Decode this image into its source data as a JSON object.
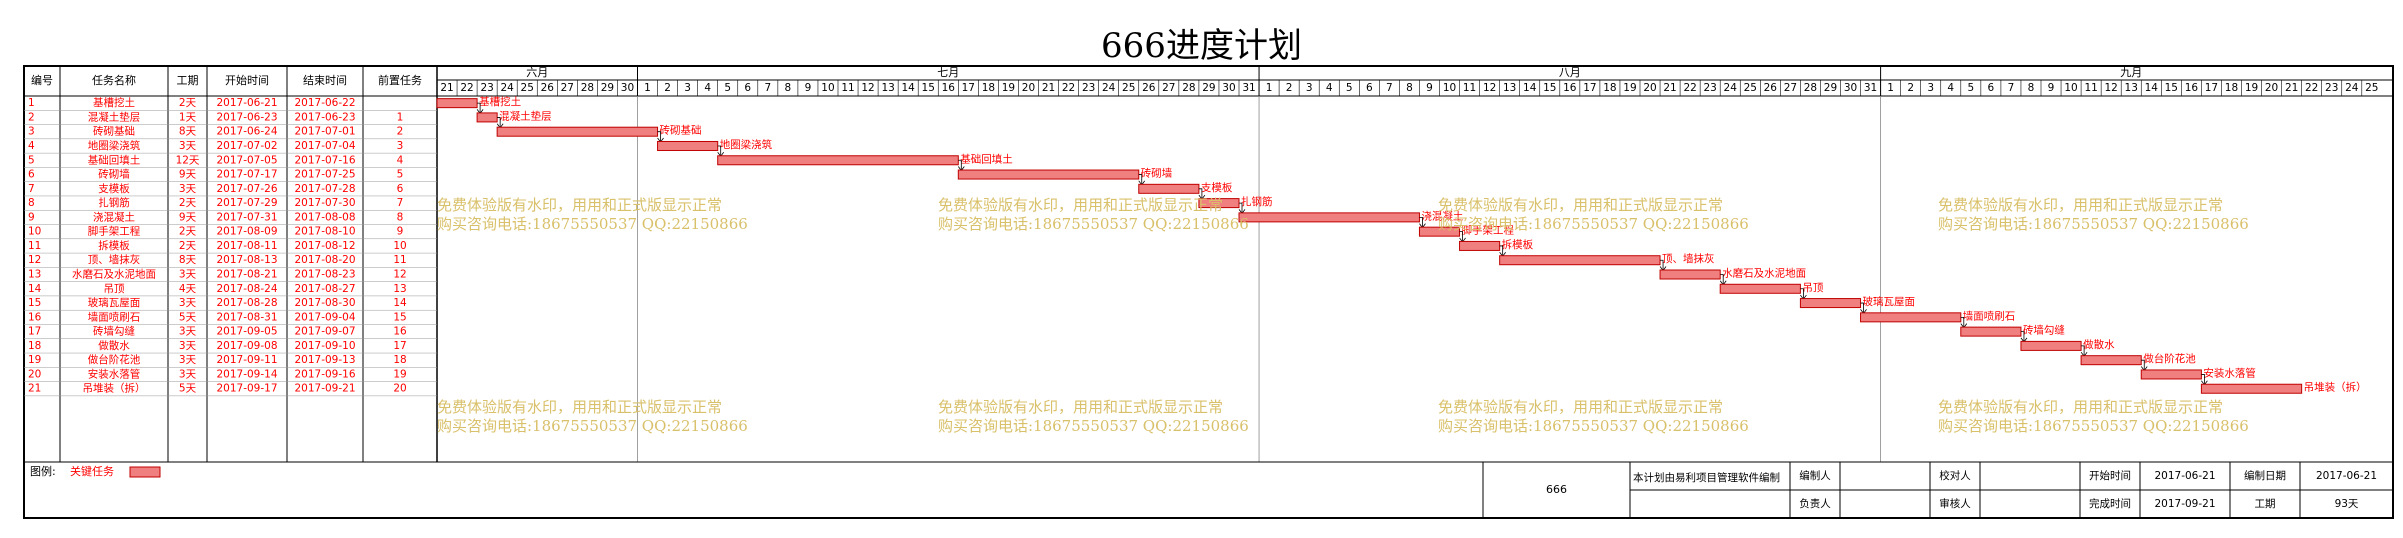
{
  "title": "666进度计划",
  "table_headers": [
    "编号",
    "任务名称",
    "工期",
    "开始时间",
    "结束时间",
    "前置任务"
  ],
  "months": [
    "六月",
    "七月",
    "八月",
    "九月"
  ],
  "month_days": [
    [
      21,
      22,
      23,
      24,
      25,
      26,
      27,
      28,
      29,
      30
    ],
    [
      1,
      2,
      3,
      4,
      5,
      6,
      7,
      8,
      9,
      10,
      11,
      12,
      13,
      14,
      15,
      16,
      17,
      18,
      19,
      20,
      21,
      22,
      23,
      24,
      25,
      26,
      27,
      28,
      29,
      30,
      31
    ],
    [
      1,
      2,
      3,
      4,
      5,
      6,
      7,
      8,
      9,
      10,
      11,
      12,
      13,
      14,
      15,
      16,
      17,
      18,
      19,
      20,
      21,
      22,
      23,
      24,
      25,
      26,
      27,
      28,
      29,
      30,
      31
    ],
    [
      1,
      2,
      3,
      4,
      5,
      6,
      7,
      8,
      9,
      10,
      11,
      12,
      13,
      14,
      15,
      16,
      17,
      18,
      19,
      20,
      21,
      22,
      23,
      24,
      25
    ]
  ],
  "tasks": [
    {
      "id": "1",
      "name": "基槽挖土",
      "duration": "2天",
      "start": "2017-06-21",
      "end": "2017-06-22",
      "pred": "",
      "s": 0,
      "d": 2
    },
    {
      "id": "2",
      "name": "混凝土垫层",
      "duration": "1天",
      "start": "2017-06-23",
      "end": "2017-06-23",
      "pred": "1",
      "s": 2,
      "d": 1
    },
    {
      "id": "3",
      "name": "砖砌基础",
      "duration": "8天",
      "start": "2017-06-24",
      "end": "2017-07-01",
      "pred": "2",
      "s": 3,
      "d": 8
    },
    {
      "id": "4",
      "name": "地圈梁浇筑",
      "duration": "3天",
      "start": "2017-07-02",
      "end": "2017-07-04",
      "pred": "3",
      "s": 11,
      "d": 3
    },
    {
      "id": "5",
      "name": "基础回填土",
      "duration": "12天",
      "start": "2017-07-05",
      "end": "2017-07-16",
      "pred": "4",
      "s": 14,
      "d": 12
    },
    {
      "id": "6",
      "name": "砖砌墙",
      "duration": "9天",
      "start": "2017-07-17",
      "end": "2017-07-25",
      "pred": "5",
      "s": 26,
      "d": 9
    },
    {
      "id": "7",
      "name": "支模板",
      "duration": "3天",
      "start": "2017-07-26",
      "end": "2017-07-28",
      "pred": "6",
      "s": 35,
      "d": 3
    },
    {
      "id": "8",
      "name": "扎钢筋",
      "duration": "2天",
      "start": "2017-07-29",
      "end": "2017-07-30",
      "pred": "7",
      "s": 38,
      "d": 2
    },
    {
      "id": "9",
      "name": "浇混凝土",
      "duration": "9天",
      "start": "2017-07-31",
      "end": "2017-08-08",
      "pred": "8",
      "s": 40,
      "d": 9
    },
    {
      "id": "10",
      "name": "脚手架工程",
      "duration": "2天",
      "start": "2017-08-09",
      "end": "2017-08-10",
      "pred": "9",
      "s": 49,
      "d": 2
    },
    {
      "id": "11",
      "name": "拆模板",
      "duration": "2天",
      "start": "2017-08-11",
      "end": "2017-08-12",
      "pred": "10",
      "s": 51,
      "d": 2
    },
    {
      "id": "12",
      "name": "顶、墙抹灰",
      "duration": "8天",
      "start": "2017-08-13",
      "end": "2017-08-20",
      "pred": "11",
      "s": 53,
      "d": 8
    },
    {
      "id": "13",
      "name": "水磨石及水泥地面",
      "duration": "3天",
      "start": "2017-08-21",
      "end": "2017-08-23",
      "pred": "12",
      "s": 61,
      "d": 3
    },
    {
      "id": "14",
      "name": "吊顶",
      "duration": "4天",
      "start": "2017-08-24",
      "end": "2017-08-27",
      "pred": "13",
      "s": 64,
      "d": 4
    },
    {
      "id": "15",
      "name": "玻璃瓦屋面",
      "duration": "3天",
      "start": "2017-08-28",
      "end": "2017-08-30",
      "pred": "14",
      "s": 68,
      "d": 3
    },
    {
      "id": "16",
      "name": "墙面喷刷石",
      "duration": "5天",
      "start": "2017-08-31",
      "end": "2017-09-04",
      "pred": "15",
      "s": 71,
      "d": 5
    },
    {
      "id": "17",
      "name": "砖墙勾缝",
      "duration": "3天",
      "start": "2017-09-05",
      "end": "2017-09-07",
      "pred": "16",
      "s": 76,
      "d": 3
    },
    {
      "id": "18",
      "name": "做散水",
      "duration": "3天",
      "start": "2017-09-08",
      "end": "2017-09-10",
      "pred": "17",
      "s": 79,
      "d": 3
    },
    {
      "id": "19",
      "name": "做台阶花池",
      "duration": "3天",
      "start": "2017-09-11",
      "end": "2017-09-13",
      "pred": "18",
      "s": 82,
      "d": 3
    },
    {
      "id": "20",
      "name": "安装水落管",
      "duration": "3天",
      "start": "2017-09-14",
      "end": "2017-09-16",
      "pred": "19",
      "s": 85,
      "d": 3
    },
    {
      "id": "21",
      "name": "吊堆装（拆）",
      "duration": "5天",
      "start": "2017-09-17",
      "end": "2017-09-21",
      "pred": "20",
      "s": 88,
      "d": 5
    }
  ],
  "legend": {
    "label": "图例:",
    "item": "关键任务"
  },
  "footer": {
    "project": "666",
    "software": "本计划由易利项目管理软件编制",
    "editor_label": "编制人",
    "checker_label": "校对人",
    "owner_label": "负责人",
    "reviewer_label": "审核人",
    "start_label": "开始时间",
    "start_value": "2017-06-21",
    "date_label": "编制日期",
    "date_value": "2017-06-21",
    "finish_label": "完成时间",
    "finish_value": "2017-09-21",
    "duration_label": "工期",
    "duration_value": "93天"
  },
  "watermark": {
    "line1": "免费体验版有水印，用用和正式版显示正常",
    "line2": "购买咨询电话:18675550537 QQ:22150866"
  },
  "colors": {
    "bar_fill": "#f08080",
    "bar_stroke": "#c00000",
    "text": "#ff0000",
    "grid": "#888888"
  }
}
